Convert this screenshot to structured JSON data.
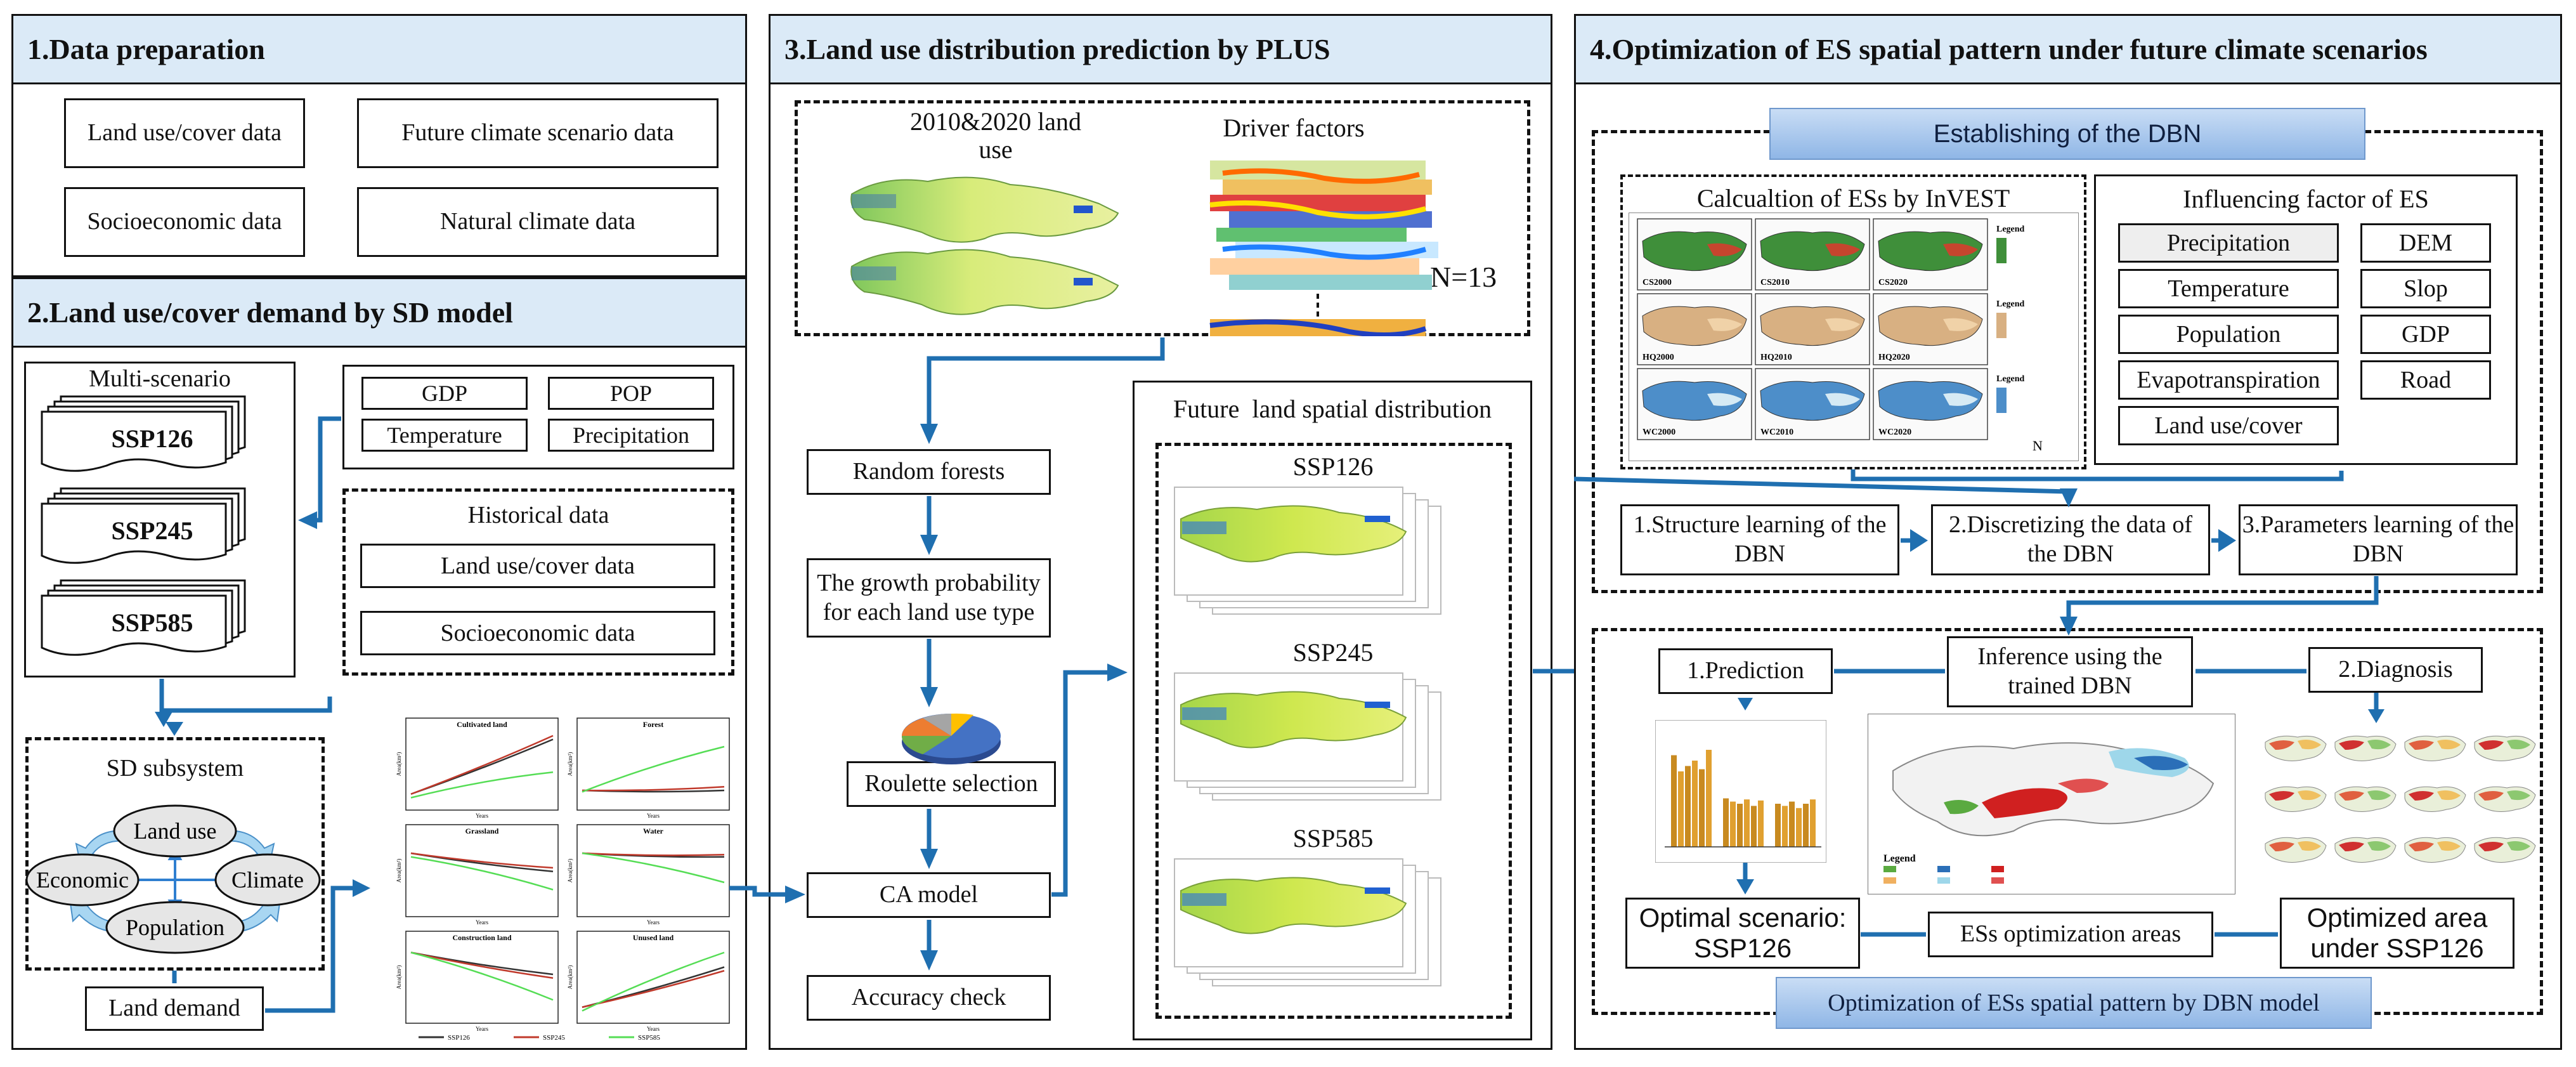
{
  "panel1": {
    "title": "1.Data preparation",
    "items": [
      "Land use/cover data",
      "Future climate scenario data",
      "Socioeconomic data",
      "Natural climate data"
    ]
  },
  "panel2": {
    "title": "2.Land use/cover demand by SD model",
    "multi_title": "Multi-scenario",
    "scenarios": [
      "SSP126",
      "SSP245",
      "SSP585"
    ],
    "factors": [
      "GDP",
      "POP",
      "Temperature",
      "Precipitation"
    ],
    "historical_title": "Historical data",
    "historical_items": [
      "Land use/cover data",
      "Socioeconomic data"
    ],
    "sd_title": "SD subsystem",
    "sd_nodes": [
      "Land use",
      "Economic",
      "Climate",
      "Population"
    ],
    "land_demand": "Land demand",
    "chart_titles": [
      "Cultivated land",
      "Forest",
      "Grassland",
      "Water",
      "Construction land",
      "Unused land"
    ],
    "chart_xlabel": "Years",
    "chart_ylabel": "Area(km²)",
    "legend": [
      "SSP126",
      "SSP245",
      "SSP585"
    ],
    "colors": {
      "series1": "#333333",
      "series2": "#c0392b",
      "series3": "#55dd55"
    }
  },
  "panel3": {
    "title": "3.Land use distribution prediction by PLUS",
    "land_use_label": "2010&2020 land use",
    "driver_label": "Driver factors",
    "n_label": "N=13",
    "steps": [
      "Random forests",
      "The growth probability for each land use type",
      "Roulette selection",
      "CA model",
      "Accuracy check"
    ],
    "future_title": "Future  land spatial distribution",
    "future_scenarios": [
      "SSP126",
      "SSP245",
      "SSP585"
    ]
  },
  "panel4": {
    "title": "4.Optimization of ES spatial pattern under future climate scenarios",
    "dbn_head": "Establishing of the DBN",
    "invest_title": "Calcualtion of ESs by InVEST",
    "map_labels": [
      "CS2000",
      "CS2010",
      "CS2020",
      "HQ2000",
      "HQ2010",
      "HQ2020",
      "WC2000",
      "WC2010",
      "WC2020"
    ],
    "legend_label": "Legend",
    "influencing_title": "Influencing factor of ES",
    "factors_left": [
      "Precipitation",
      "Temperature",
      "Population",
      "Evapotranspiration",
      "Land use/cover"
    ],
    "factors_right": [
      "DEM",
      "Slop",
      "GDP",
      "Road"
    ],
    "learning_steps": [
      "1.Structure learning of the DBN",
      "2.Discretizing the data of the DBN",
      "3.Parameters learning of the DBN"
    ],
    "inference": "Inference using the trained DBN",
    "prediction": "1.Prediction",
    "diagnosis": "2.Diagnosis",
    "optimal": "Optimal scenario: SSP126",
    "areas": "ESs optimization areas",
    "optimized": "Optimized area under SSP126",
    "bottom_head": "Optimization of ESs spatial pattern by DBN model"
  },
  "accent": {
    "arrow": "#1f6fb0",
    "header_bg": "#dbeaf7"
  }
}
